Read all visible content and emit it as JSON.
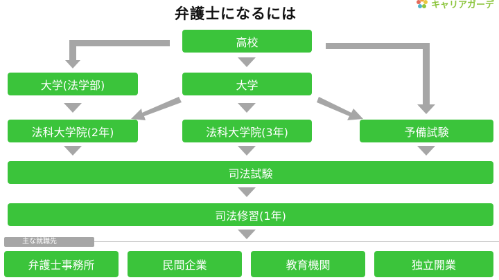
{
  "title": "弁護士になるには",
  "logo": {
    "text": "キャリアガーデ"
  },
  "colors": {
    "box": "#3bc43b",
    "arrow": "#a6a6a6",
    "tag": "#a6a6a6"
  },
  "nodes": {
    "high_school": "高校",
    "university_law": "大学(法学部)",
    "university": "大学",
    "law_school_2": "法科大学院(2年)",
    "law_school_3": "法科大学院(3年)",
    "preliminary_exam": "予備試験",
    "bar_exam": "司法試験",
    "legal_training": "司法修習(1年)"
  },
  "career": {
    "label": "主な就職先",
    "items": [
      "弁護士事務所",
      "民間企業",
      "教育機関",
      "独立開業"
    ]
  }
}
